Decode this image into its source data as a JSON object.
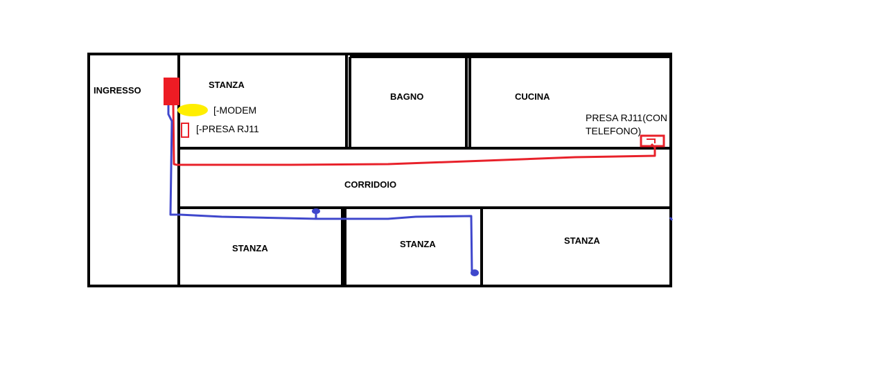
{
  "rooms": {
    "ingresso": "INGRESSO",
    "stanza_top": "STANZA",
    "bagno": "BAGNO",
    "cucina": "CUCINA",
    "corridoio": "CORRIDOIO",
    "stanza_bottom_left": "STANZA",
    "stanza_bottom_middle": "STANZA",
    "stanza_bottom_right": "STANZA"
  },
  "annotations": {
    "modem": "[-MODEM",
    "presa_stanza": "[-PRESA RJ11",
    "presa_cucina_line1": "PRESA RJ11(CON",
    "presa_cucina_line2": "TELEFONO)"
  },
  "colors": {
    "walls": "#000000",
    "phone_cable": "#e8212a",
    "network_cable": "#3f47cc",
    "modem_marker": "#ffee00",
    "entry_box": "#ed1c24"
  }
}
